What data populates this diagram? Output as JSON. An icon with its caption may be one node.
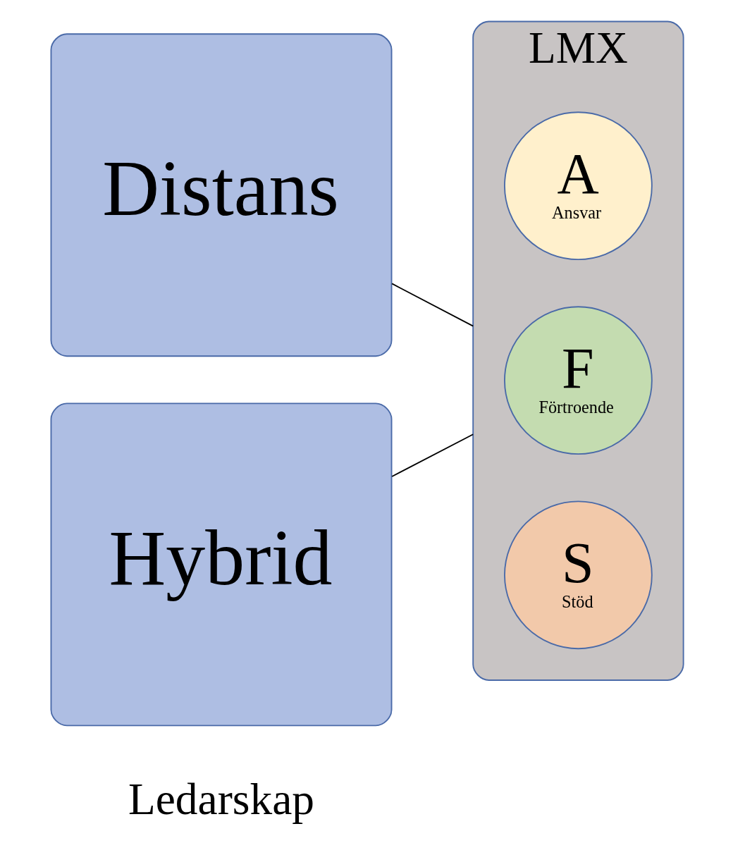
{
  "diagram": {
    "nodes": [
      {
        "text": [
          "Distans"
        ]
      },
      {
        "text": [
          "Hybrid"
        ]
      },
      {
        "text": [
          "LMX"
        ]
      },
      {
        "text": [
          "A",
          "Ansvar"
        ],
        "in": 2
      },
      {
        "text": [
          "F",
          "Förtroende"
        ],
        "in": 2
      },
      {
        "text": [
          "S",
          "Stöd"
        ],
        "in": 2
      }
    ],
    "edges": [
      {
        "from": 0,
        "to": 2,
        "arrow": "none"
      },
      {
        "from": 1,
        "to": 2,
        "arrow": "none"
      }
    ],
    "labels": [
      "Ledarskap"
    ]
  }
}
